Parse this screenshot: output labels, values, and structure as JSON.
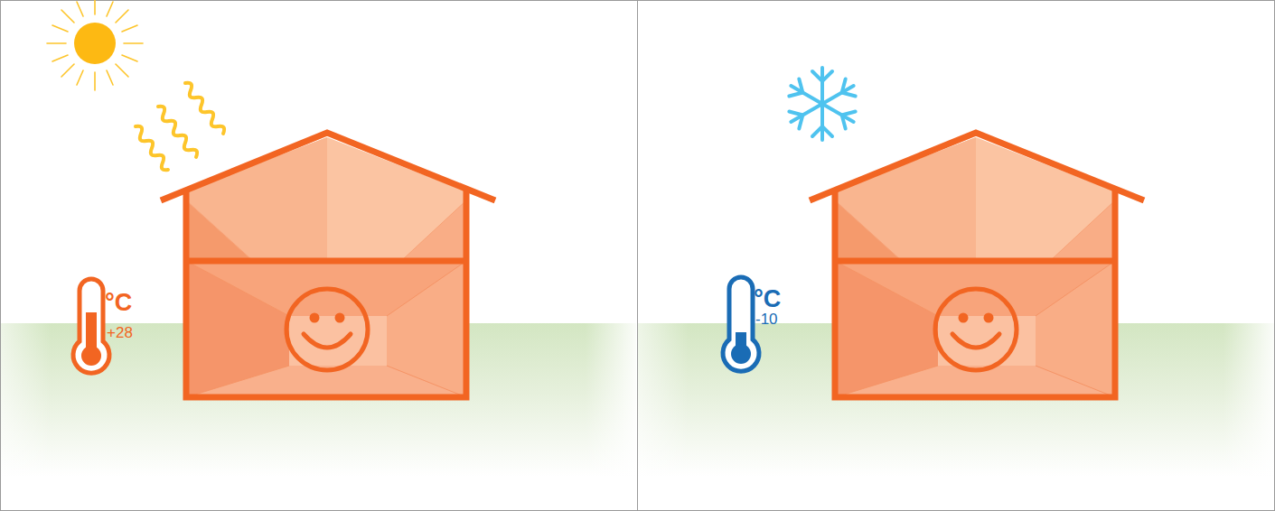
{
  "diagram": {
    "labels": [
      "°C",
      "+28",
      "°C",
      "-10"
    ]
  }
}
